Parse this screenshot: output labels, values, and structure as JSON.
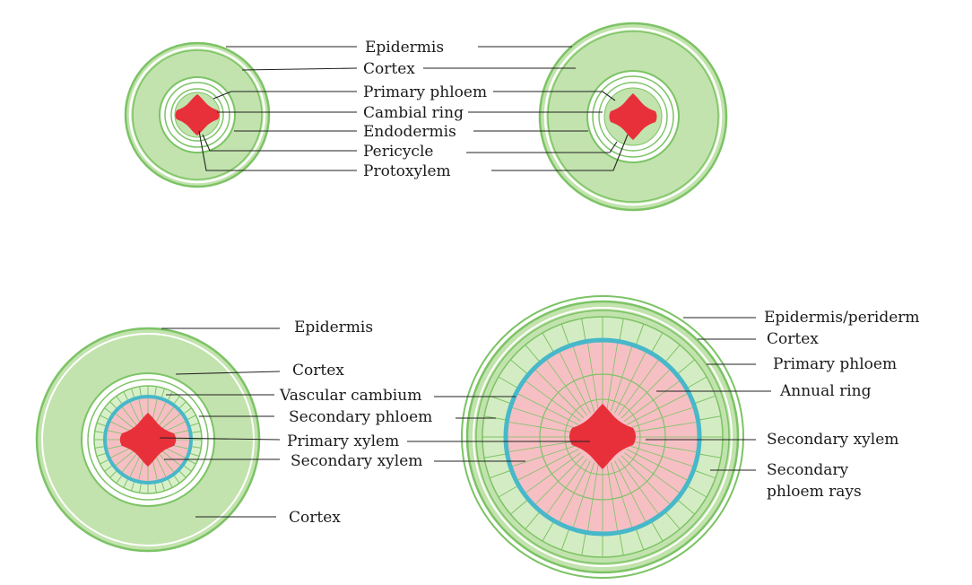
{
  "colors": {
    "cortex": "#c2e3ad",
    "cortex_dark": "#a7d58b",
    "ring_line": "#7cc365",
    "xylem_fill": "#f6bfc4",
    "xylem_core": "#e8303a",
    "cambium": "#47b8c9",
    "leader": "#222222",
    "text": "#1a1a1a"
  },
  "diagrams": {
    "stage1": {
      "labels": [
        "Epidermis",
        "Cortex",
        "Primary phloem",
        "Cambial ring",
        "Endodermis",
        "Pericycle",
        "Protoxylem"
      ]
    },
    "stage3": {
      "labels": [
        "Epidermis",
        "Cortex",
        "Vascular cambium",
        "Secondary phloem",
        "Primary xylem",
        "Secondary xylem",
        "Cortex"
      ]
    },
    "stage4": {
      "labels": [
        "Epidermis/periderm",
        "Cortex",
        "Primary phloem",
        "Annual ring",
        "Secondary xylem",
        "Secondary",
        "phloem rays"
      ]
    }
  }
}
